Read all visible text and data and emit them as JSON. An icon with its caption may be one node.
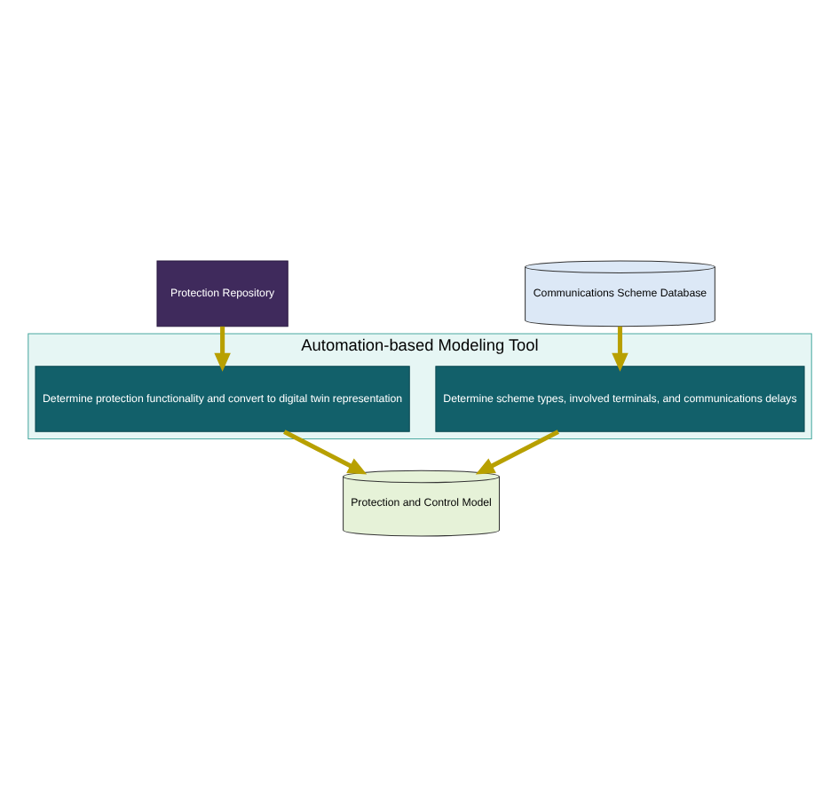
{
  "diagram": {
    "nodes": [
      {
        "text": [
          "Protection Repository"
        ]
      },
      {
        "text": [
          "Communications Scheme Database"
        ]
      },
      {
        "text": [
          "Automation-based Modeling Tool"
        ]
      },
      {
        "text": [
          "Determine protection functionality and convert to digital twin representation"
        ],
        "in": 2
      },
      {
        "text": [
          "Determine scheme types, involved terminals, and communications delays"
        ],
        "in": 2
      },
      {
        "text": [
          "Protection and Control Model"
        ]
      }
    ],
    "edges": [
      {
        "from": 0,
        "to": 3,
        "arrow": "to"
      },
      {
        "from": 1,
        "to": 4,
        "arrow": "to"
      },
      {
        "from": 3,
        "to": 5,
        "arrow": "to"
      },
      {
        "from": 4,
        "to": 5,
        "arrow": "to"
      }
    ]
  }
}
